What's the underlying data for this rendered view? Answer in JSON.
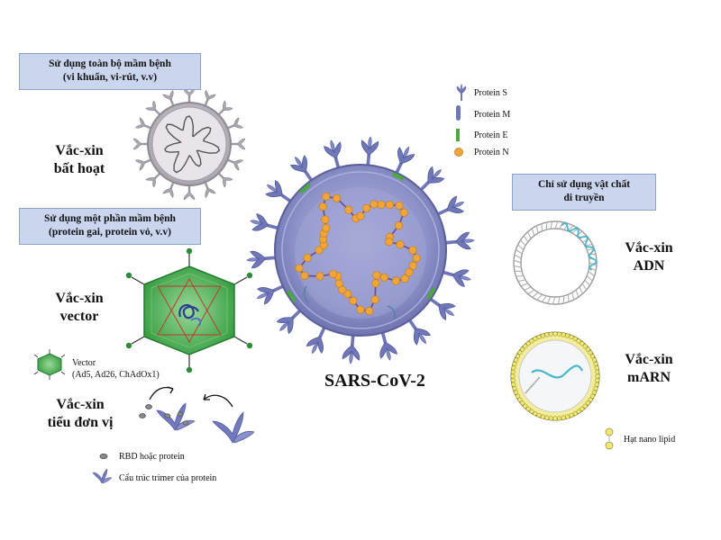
{
  "labels": {
    "box_whole_1": "Sử dụng  toàn bộ  mầm bệnh",
    "box_whole_2": "(vi khuẩn,  vi-rút, v.v)",
    "box_part_1": "Sử dụng một phần mầm bệnh",
    "box_part_2": "(protein gai, protein vỏ, v.v)",
    "box_genetic_1": "Chỉ sử dụng vật chất",
    "box_genetic_2": "di truyền",
    "inactivated_1": "Vắc-xin",
    "inactivated_2": "bất hoạt",
    "vector_1": "Vắc-xin",
    "vector_2": "vector",
    "subunit_1": "Vắc-xin",
    "subunit_2": "tiểu đơn vị",
    "dna_1": "Vắc-xin",
    "dna_2": "ADN",
    "mrna_1": "Vắc-xin",
    "mrna_2": "mARN",
    "vector_legend_1": "Vector",
    "vector_legend_2": "(Ad5, Ad26, ChAdOx1)",
    "rbd_legend": "RBD hoặc protein",
    "trimer_legend": "Cấu trúc trimer  của protein",
    "lipid_legend": "Hạt nano lipid",
    "virus_name": "SARS-CoV-2"
  },
  "legend": [
    {
      "label": "Protein S"
    },
    {
      "label": "Protein M"
    },
    {
      "label": "Protein E"
    },
    {
      "label": "Protein N"
    }
  ],
  "colors": {
    "box_fill": "#c9d6ee",
    "virus_body": "#8e93c6",
    "spike": "#6f77b8",
    "protein_e": "#4aaa3a",
    "protein_n": "#f0a53a",
    "vector_green": "#3fae4a",
    "gray_virus": "#c8c4cc"
  }
}
